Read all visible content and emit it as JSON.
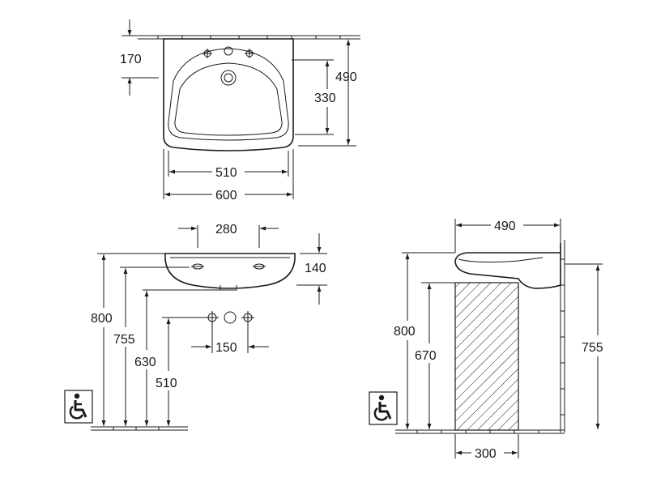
{
  "top_view": {
    "dim_170": "170",
    "dim_490": "490",
    "dim_330": "330",
    "dim_510": "510",
    "dim_600": "600"
  },
  "front_view": {
    "dim_280": "280",
    "dim_140": "140",
    "dim_800": "800",
    "dim_755": "755",
    "dim_630": "630",
    "dim_510": "510",
    "dim_150": "150"
  },
  "side_view": {
    "dim_490": "490",
    "dim_800": "800",
    "dim_670": "670",
    "dim_755": "755",
    "dim_300": "300"
  },
  "icons": {
    "accessibility": "wheelchair-icon"
  }
}
